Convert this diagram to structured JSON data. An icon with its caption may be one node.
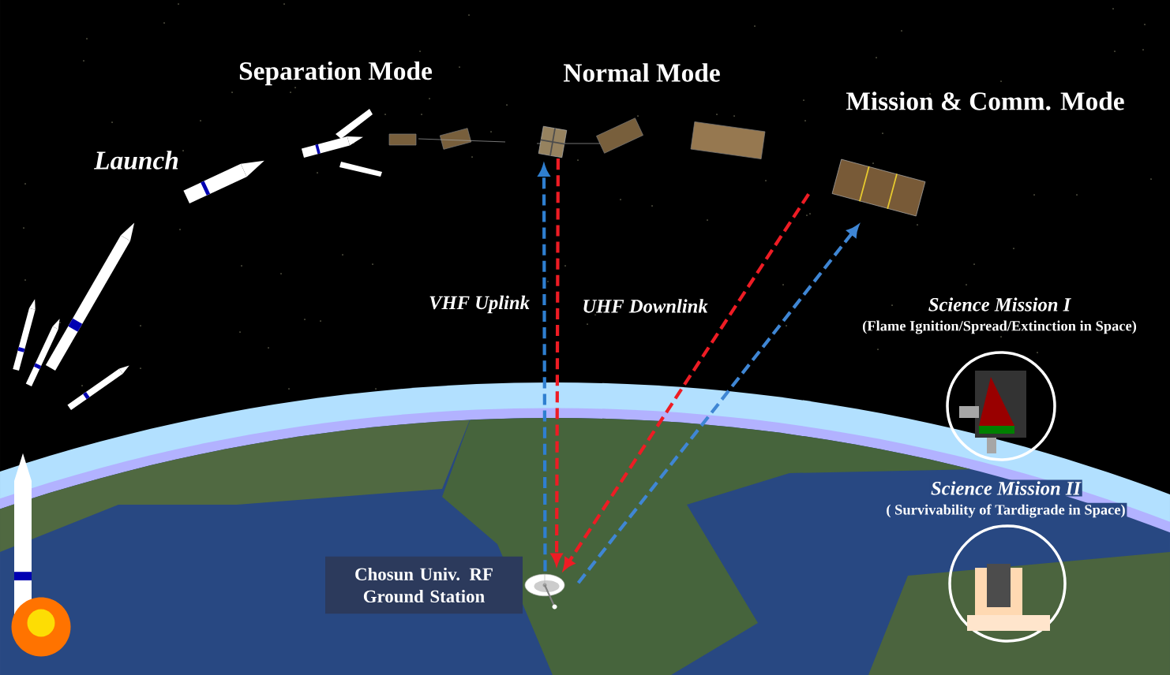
{
  "diagram": {
    "nodes": [
      {
        "text": [],
        "shape": "picture"
      },
      {
        "text": [],
        "shape": "picture"
      },
      {
        "text": [
          "Chosun Univ. RF Ground Station"
        ]
      },
      {
        "text": [],
        "shape": "picture"
      },
      {
        "text": [
          "Science Mission I",
          "(Flame Ignition/Spread/Extinction in Space)"
        ]
      },
      {
        "text": [
          "Science Mission II",
          "( Survivability of Tardigrade in Space)"
        ]
      }
    ],
    "edges": [
      {
        "from": 3,
        "to": 0,
        "arrow": "to",
        "style": "dashed",
        "color": "#2f7fd0",
        "label": "VHF Uplink"
      },
      {
        "from": 0,
        "to": 3,
        "arrow": "to",
        "style": "dashed",
        "color": "#ee1c24",
        "label": "UHF Downlink"
      },
      {
        "from": 1,
        "to": 3,
        "arrow": "to",
        "style": "dashed",
        "color": "#ee1c24"
      },
      {
        "from": 3,
        "to": 1,
        "arrow": "to",
        "style": "dashed",
        "color": "#3f86d4"
      }
    ],
    "labels": [
      "Separation Mode",
      "Normal Mode",
      "Launch",
      "Mission & Comm. Mode"
    ]
  }
}
